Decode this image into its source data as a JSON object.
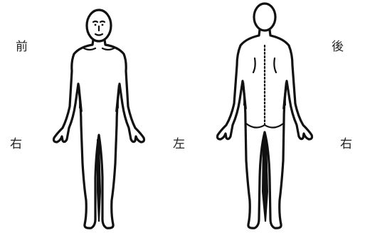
{
  "labels": {
    "front": "前",
    "back": "後",
    "right_front": "右",
    "left_center": "左",
    "right_back": "右"
  },
  "colors": {
    "ink": "#111111",
    "background": "#ffffff"
  }
}
